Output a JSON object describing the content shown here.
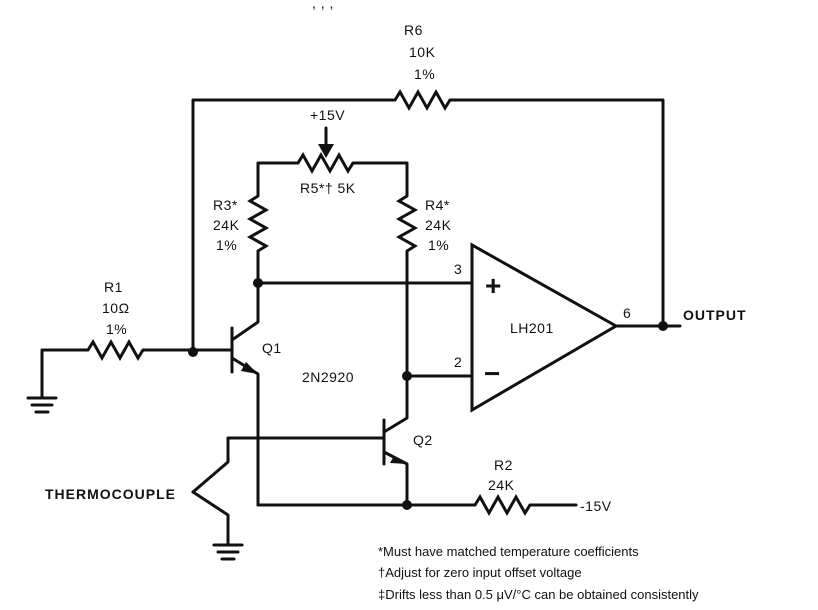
{
  "header_fragment": ", , ,",
  "components": {
    "r1": {
      "name": "R1",
      "value": "10Ω",
      "tolerance": "1%"
    },
    "r2": {
      "name": "R2",
      "value": "24K"
    },
    "r3": {
      "name": "R3*",
      "value": "24K",
      "tolerance": "1%"
    },
    "r4": {
      "name": "R4*",
      "value": "24K",
      "tolerance": "1%"
    },
    "r5": {
      "label": "R5*† 5K"
    },
    "r6": {
      "name": "R6",
      "value": "10K",
      "tolerance": "1%"
    },
    "opamp": {
      "name": "LH201",
      "pin_plus": "3",
      "pin_minus": "2",
      "pin_out": "6",
      "plus_sign": "+",
      "minus_sign": "−"
    },
    "q1": {
      "name": "Q1"
    },
    "q2": {
      "name": "Q2"
    },
    "transistor_part": "2N2920"
  },
  "nets": {
    "positive_supply": "+15V",
    "negative_supply": "-15V",
    "output": "OUTPUT",
    "input": "THERMOCOUPLE"
  },
  "notes": [
    "*Must have matched temperature coefficients",
    "†Adjust for zero input offset voltage",
    "‡Drifts less than 0.5 μV/°C can be obtained consistently"
  ]
}
